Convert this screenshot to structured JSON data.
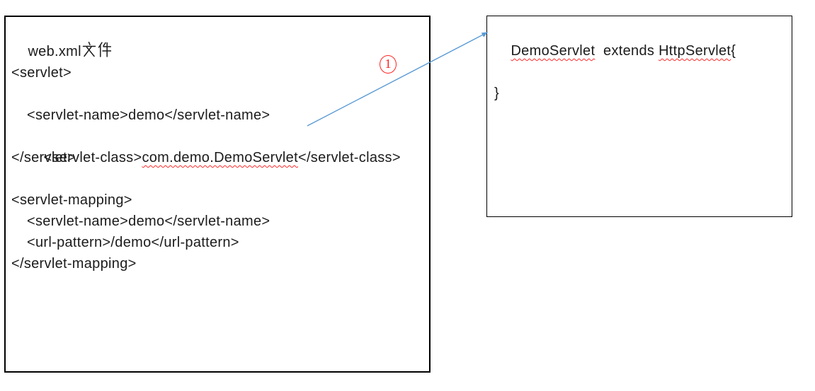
{
  "colors": {
    "background": "#ffffff",
    "box_border": "#000000",
    "text": "#1b1b1b",
    "squiggle_red": "#ff2a2a",
    "arrow_blue": "#5b9bd5",
    "badge_red": "#ff2020"
  },
  "left_box": {
    "title_full": "web.xml文件",
    "title_prefix": "web.xml",
    "title_cjk": "文件",
    "servlet_block": {
      "open": "<servlet>",
      "name_line": "<servlet-name>demo</servlet-name>",
      "class_line": {
        "prefix": "<servlet-class>",
        "class_name": "com.demo.DemoServlet",
        "suffix": "</servlet-class>"
      },
      "close": "</servlet>"
    },
    "mapping_block": {
      "open": "<servlet-mapping>",
      "name_line": "<servlet-name>demo</servlet-name>",
      "url_line": "<url-pattern>/demo</url-pattern>",
      "close": "</servlet-mapping>"
    }
  },
  "right_box": {
    "class_declaration": {
      "class_name": "DemoServlet",
      "middle": "  extends ",
      "parent_class": "HttpServlet",
      "open_brace": "{"
    },
    "closing_brace": "}"
  },
  "annotation": {
    "step_number": "1"
  }
}
